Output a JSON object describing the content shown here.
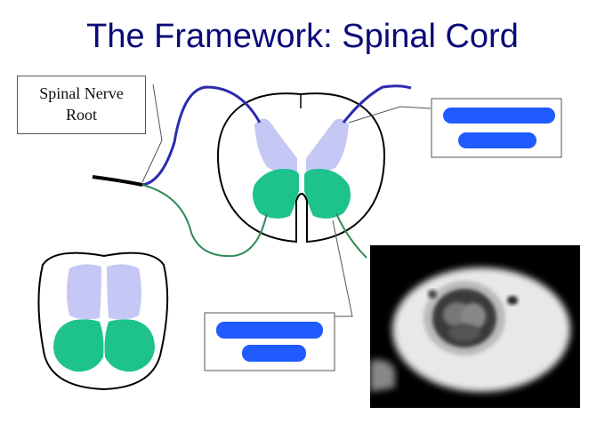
{
  "title": "The Framework: Spinal Cord",
  "label_box": {
    "line1": "Spinal Nerve",
    "line2": "Root"
  },
  "colors": {
    "title": "#0a0a78",
    "dorsal_horn": "#c5c8f5",
    "ventral_horn": "#1dc28d",
    "dorsal_root": "#2b2bb0",
    "ventral_root": "#2e8b57",
    "redaction": "#1f5bff"
  },
  "image": {
    "kind": "axial-mri-spinal-cord"
  }
}
